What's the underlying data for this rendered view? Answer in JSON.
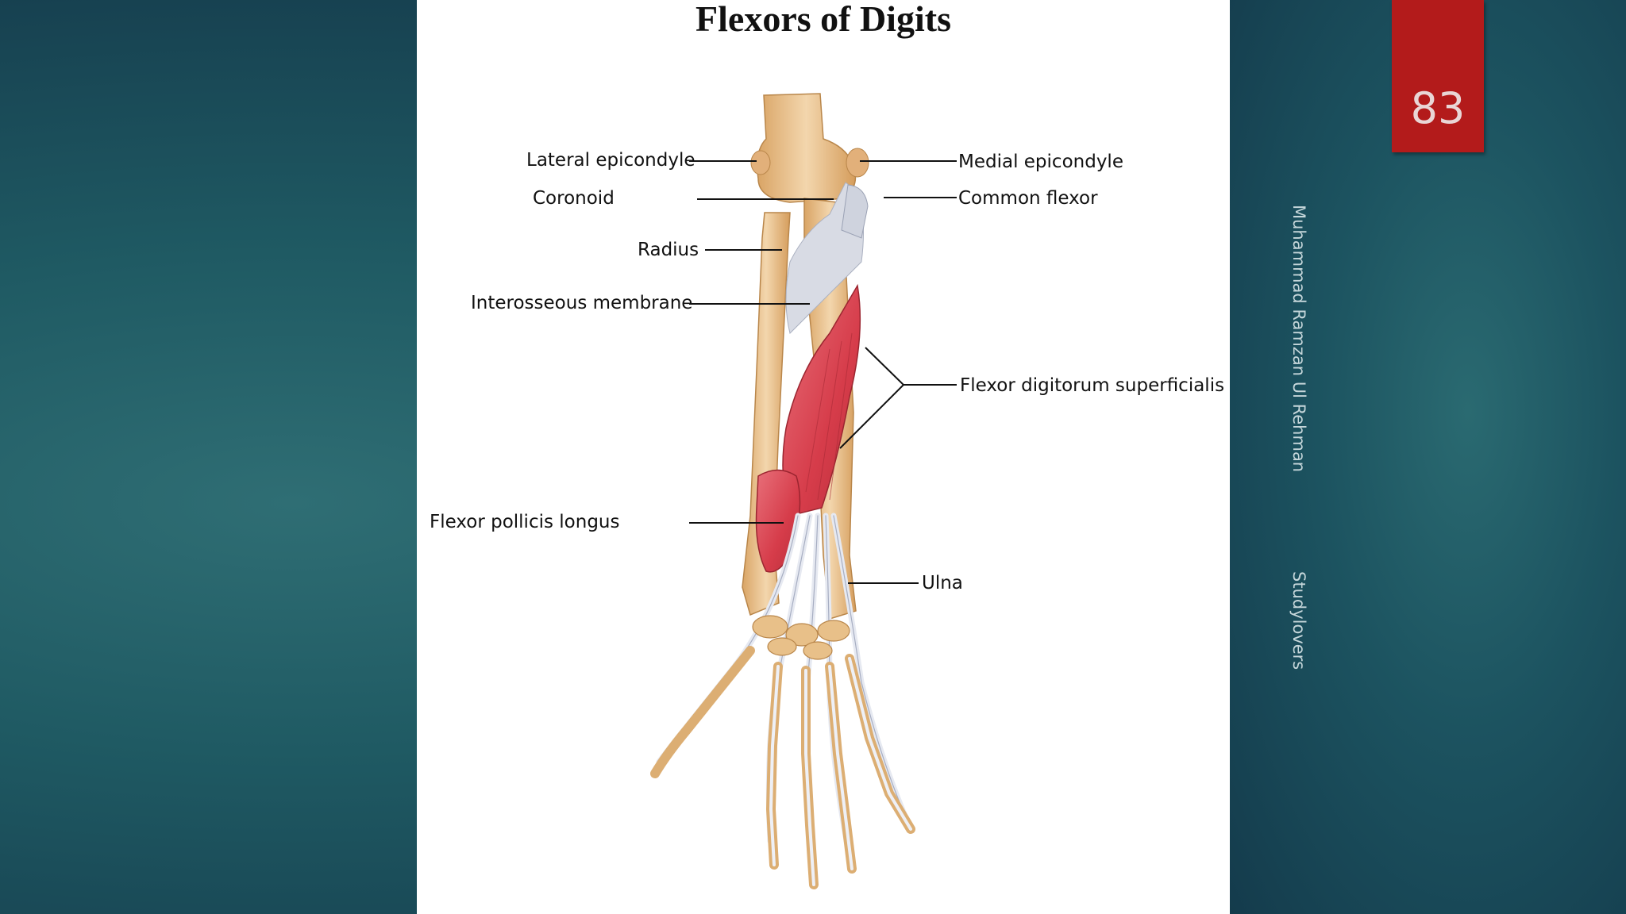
{
  "slide": {
    "page_number": "83",
    "author": "Muhammad Ramzan Ul Rehman",
    "brand": "Studylovers"
  },
  "figure": {
    "title": "Flexors of Digits",
    "labels": {
      "lateral_epicondyle": "Lateral epicondyle",
      "coronoid": "Coronoid",
      "radius": "Radius",
      "interosseous_membrane": "Interosseous membrane",
      "flexor_pollicis_longus": "Flexor pollicis longus",
      "medial_epicondyle": "Medial epicondyle",
      "common_flexor": "Common flexor",
      "flexor_digitorum_superficialis": "Flexor digitorum superficialis",
      "ulna": "Ulna"
    }
  },
  "colors": {
    "badge": "#b31b1b",
    "muscle": "#d9434f",
    "bone": "#eac18e",
    "tendon": "#d6dbe8"
  }
}
